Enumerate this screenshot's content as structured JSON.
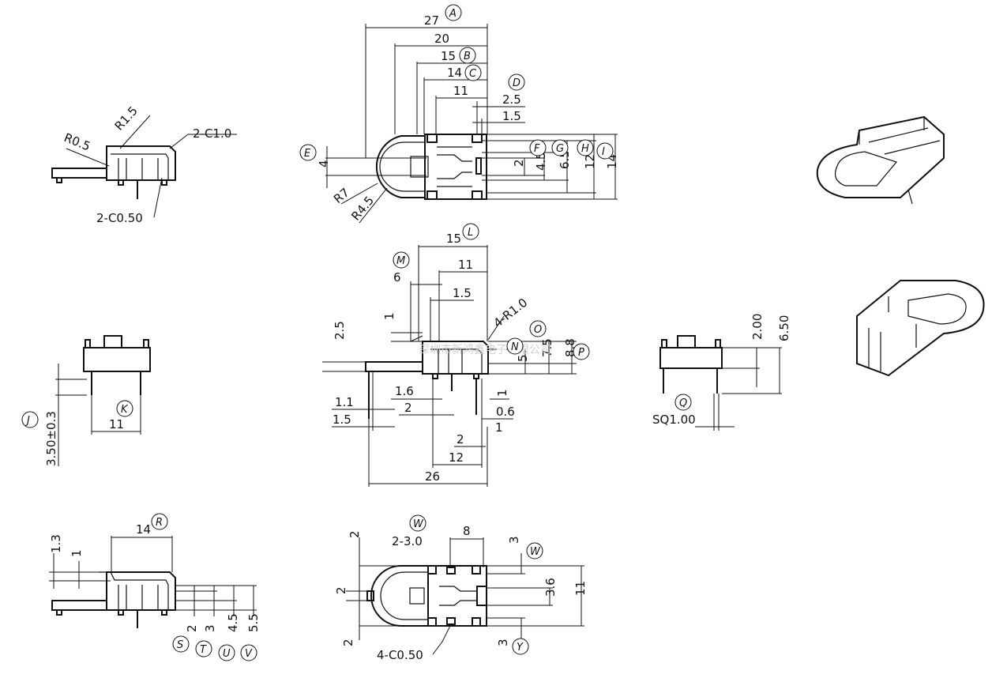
{
  "top_view": {
    "dims": {
      "a": "27",
      "b": "20",
      "c": "15",
      "d": "14",
      "e": "11",
      "f": "2.5",
      "g": "1.5",
      "h": "4",
      "i": "2",
      "j": "4.5",
      "k": "6.5",
      "l": "12",
      "m": "14",
      "r7": "R7",
      "r45": "R4.5"
    },
    "tags": {
      "A": "A",
      "B": "B",
      "C": "C",
      "D": "D",
      "E": "E",
      "F": "F",
      "G": "G",
      "H": "H",
      "I": "I"
    }
  },
  "side_view_left": {
    "labels": {
      "r05": "R0.5",
      "r15": "R1.5",
      "c10": "2-C1.0",
      "c050": "2-C0.50"
    }
  },
  "front_view": {
    "dims": {
      "w15": "15",
      "w11": "11",
      "w6": "6",
      "w15b": "1.5",
      "h1": "1",
      "r10": "4-R1.0",
      "h25": "2.5",
      "h5": "5",
      "h75": "7.5",
      "h88": "8.8",
      "b11": "1.1",
      "b15": "1.5",
      "b16": "1.6",
      "b2": "2",
      "b1": "1",
      "b06": "0.6",
      "b1b": "1",
      "b2b": "2",
      "b12": "12",
      "b26": "26"
    },
    "tags": {
      "L": "L",
      "M": "M",
      "N": "N",
      "O": "O",
      "P": "P"
    },
    "watermark": "深圳市新鸿鑫电子有限公司"
  },
  "left_end_view": {
    "dims": {
      "pin": "11",
      "height": "3.50±0.3"
    },
    "tags": {
      "J": "J",
      "K": "K"
    }
  },
  "right_end_view": {
    "dims": {
      "h200": "2.00",
      "h650": "6.50",
      "sq": "SQ1.00"
    },
    "tags": {
      "Q": "Q"
    }
  },
  "side_view_bottom": {
    "dims": {
      "w14": "14",
      "h13": "1.3",
      "h1": "1",
      "h2": "2",
      "h3": "3",
      "h45": "4.5",
      "h55": "5.5"
    },
    "tags": {
      "R": "R",
      "S": "S",
      "T": "T",
      "U": "U",
      "V": "V"
    }
  },
  "bottom_view": {
    "dims": {
      "t2": "2",
      "c30": "2-3.0",
      "w8": "8",
      "t3": "3",
      "l2": "2",
      "h36": "3.6",
      "h11": "11",
      "b2": "2",
      "c050": "4-C0.50",
      "b3": "3"
    },
    "tags": {
      "W1": "W",
      "W2": "W",
      "Y": "Y"
    }
  }
}
